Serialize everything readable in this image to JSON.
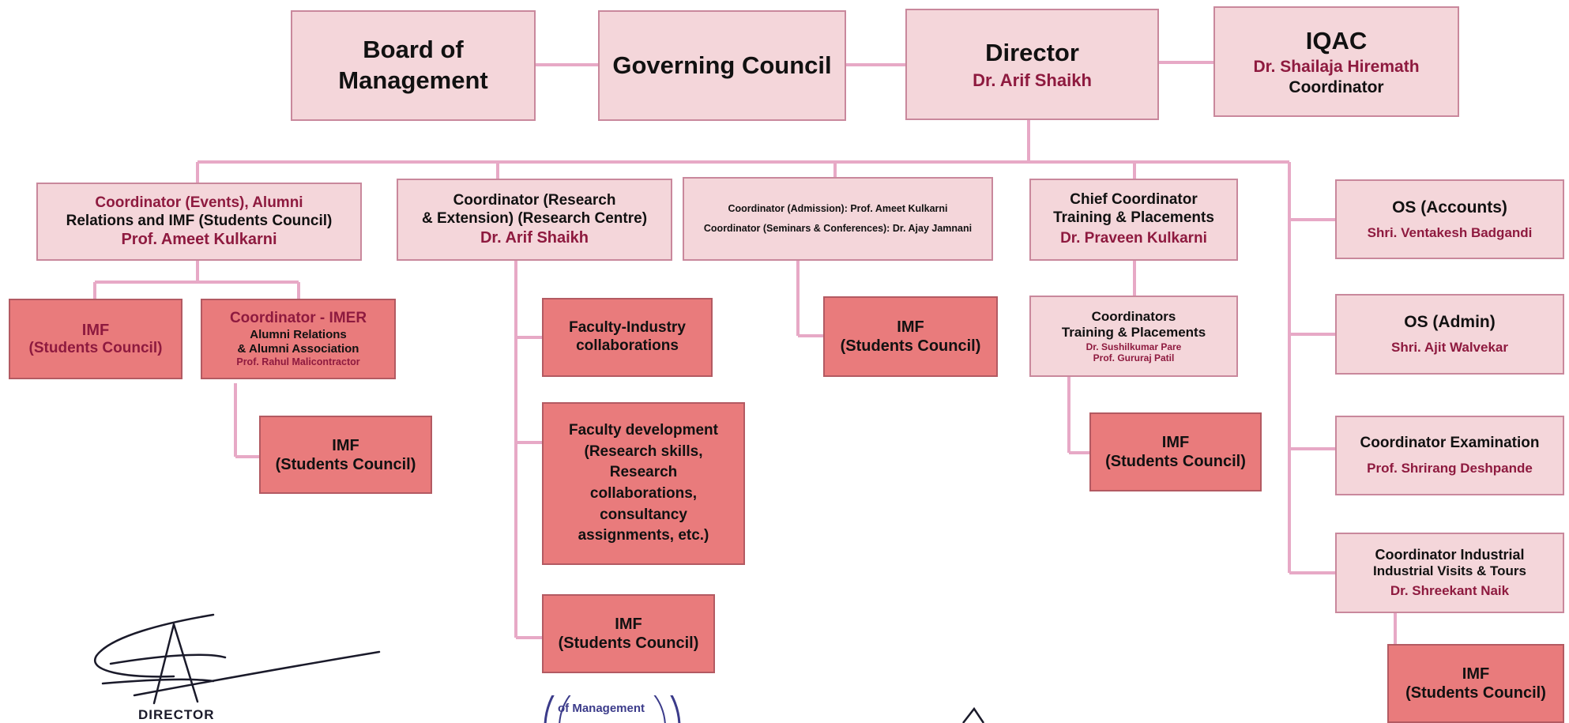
{
  "top": {
    "board": "Board of\nManagement",
    "council": "Governing Council",
    "director_title": "Director",
    "director_name": "Dr. Arif Shaikh",
    "iqac_title": "IQAC",
    "iqac_name": "Dr. Shailaja Hiremath",
    "iqac_role": "Coordinator"
  },
  "events": {
    "line1": "Coordinator (Events), Alumni",
    "line2": "Relations and IMF (Students Council)",
    "name": "Prof. Ameet Kulkarni"
  },
  "research": {
    "line1": "Coordinator (Research",
    "line2": "& Extension)  (Research Centre)",
    "name": "Dr. Arif Shaikh"
  },
  "admission": {
    "line1": "Coordinator (Admission): Prof. Ameet Kulkarni",
    "line2": "Coordinator (Seminars & Conferences): Dr. Ajay Jamnani"
  },
  "chief_tp": {
    "line1": "Chief Coordinator",
    "line2": "Training & Placements",
    "name": "Dr. Praveen Kulkarni"
  },
  "os_accounts": {
    "title": "OS (Accounts)",
    "name": "Shri. Ventakesh Badgandi"
  },
  "os_admin": {
    "title": "OS (Admin)",
    "name": "Shri. Ajit Walvekar"
  },
  "exam": {
    "title": "Coordinator Examination",
    "name": "Prof. Shrirang Deshpande"
  },
  "visits": {
    "line1": "Coordinator Industrial",
    "line2": "Industrial Visits & Tours",
    "name": "Dr. Shreekant Naik"
  },
  "imer": {
    "line1": "Coordinator - IMER",
    "line2": "Alumni Relations",
    "line3": "& Alumni Association",
    "name": "Prof. Rahul Malicontractor"
  },
  "imf": {
    "line1": "IMF",
    "line2": "(Students Council)"
  },
  "fic": "Faculty-Industry\ncollaborations",
  "fdev": "Faculty development\n(Research skills,\nResearch\ncollaborations,\nconsultancy\nassignments, etc.)",
  "coords_tp": {
    "line1": "Coordinators",
    "line2": "Training & Placements",
    "name1": "Dr. Sushilkumar Pare",
    "name2": "Prof. Gururaj Patil"
  },
  "signature": {
    "label": "DIRECTOR"
  },
  "seal": {
    "text": "of Management"
  },
  "colors": {
    "line": "#e7a9c6",
    "light_box": "#f4d6da",
    "dark_box": "#e97b7c",
    "maroon": "#8e1a3f",
    "red": "#c0223a"
  }
}
